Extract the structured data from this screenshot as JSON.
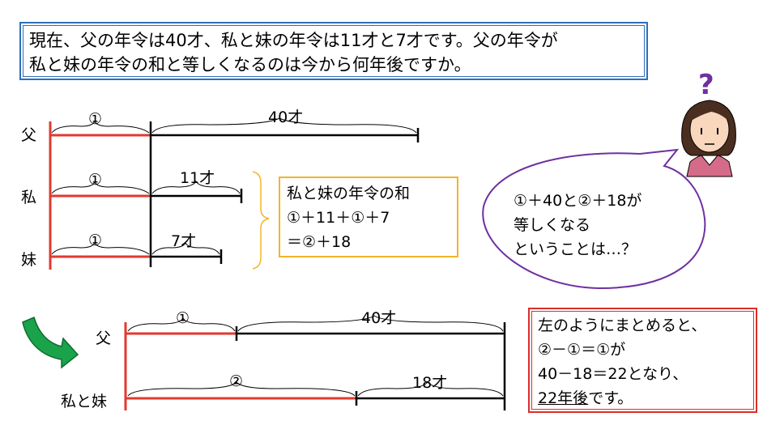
{
  "question": {
    "line1": "現在、父の年令は40才、私と妹の年令は11才と7才です。父の年令が",
    "line2": "私と妹の年令の和と等しくなるのは今から何年後ですか。"
  },
  "top_diagram": {
    "rows": [
      {
        "label": "父",
        "unit": "①",
        "extra": "40才"
      },
      {
        "label": "私",
        "unit": "①",
        "extra": "11才"
      },
      {
        "label": "妹",
        "unit": "①",
        "extra": "7才"
      }
    ]
  },
  "sum_box": {
    "line1": "私と妹の年令の和",
    "line2": "①＋11＋①＋7",
    "line3": "＝②＋18"
  },
  "speech": {
    "line1": "①＋40と②＋18が",
    "line2": "等しくなる",
    "line3": "ということは…？"
  },
  "bottom_diagram": {
    "rows": [
      {
        "label": "父",
        "unit": "①",
        "extra": "40才"
      },
      {
        "label": "私と妹",
        "unit": "②",
        "extra": "18才"
      }
    ]
  },
  "answer": {
    "line1": "左のようにまとめると、",
    "line2": "②－①＝①が",
    "line3": "40－18＝22となり、",
    "line4_underlined": "22年後",
    "line4_rest": "です。"
  },
  "colors": {
    "red": "#e03a2f",
    "blue": "#2e6fb7",
    "yellow": "#f2b52b",
    "purple": "#7030a0",
    "green": "#1aa34a"
  }
}
